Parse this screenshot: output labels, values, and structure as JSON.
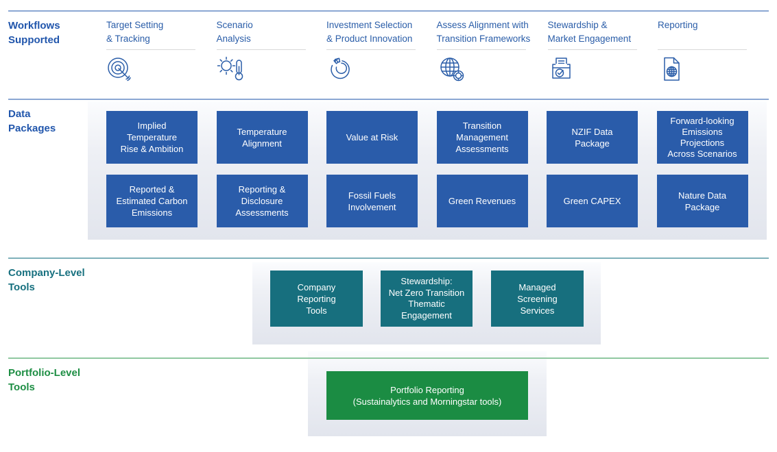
{
  "colors": {
    "blue_heading": "#2156ac",
    "blue_box": "#2a5caa",
    "teal_heading": "#17707f",
    "teal_box": "#176f7e",
    "green_heading": "#1e8e44",
    "green_box": "#1b8c43",
    "divider_blue": "#8ba7d3",
    "divider_teal": "#7eb0ba",
    "divider_green": "#90c8a0"
  },
  "workflows": {
    "heading": "Workflows\nSupported",
    "columns": [
      {
        "label": "Target Setting\n& Tracking",
        "icon": "target-arrow-icon"
      },
      {
        "label": "Scenario\nAnalysis",
        "icon": "sun-thermometer-icon"
      },
      {
        "label": "Investment Selection\n& Product Innovation",
        "icon": "donut-chart-arrow-icon"
      },
      {
        "label": "Assess Alignment with\nTransition Frameworks",
        "icon": "globe-target-icon"
      },
      {
        "label": "Stewardship &\nMarket Engagement",
        "icon": "ballot-box-icon"
      },
      {
        "label": "Reporting",
        "icon": "document-globe-icon"
      }
    ]
  },
  "data_packages": {
    "heading": "Data\nPackages",
    "row1": [
      "Implied\nTemperature\nRise & Ambition",
      "Temperature\nAlignment",
      "Value at Risk",
      "Transition\nManagement\nAssessments",
      "NZIF Data\nPackage",
      "Forward-looking\nEmissions\nProjections\nAcross Scenarios"
    ],
    "row2": [
      "Reported &\nEstimated Carbon\nEmissions",
      "Reporting &\nDisclosure\nAssessments",
      "Fossil Fuels\nInvolvement",
      "Green Revenues",
      "Green CAPEX",
      "Nature Data\nPackage"
    ]
  },
  "company_tools": {
    "heading": "Company-Level\nTools",
    "items": [
      "Company\nReporting\nTools",
      "Stewardship:\nNet Zero Transition\nThematic\nEngagement",
      "Managed\nScreening\nServices"
    ]
  },
  "portfolio_tools": {
    "heading": "Portfolio-Level\nTools",
    "items": [
      "Portfolio Reporting\n(Sustainalytics and Morningstar tools)"
    ]
  }
}
